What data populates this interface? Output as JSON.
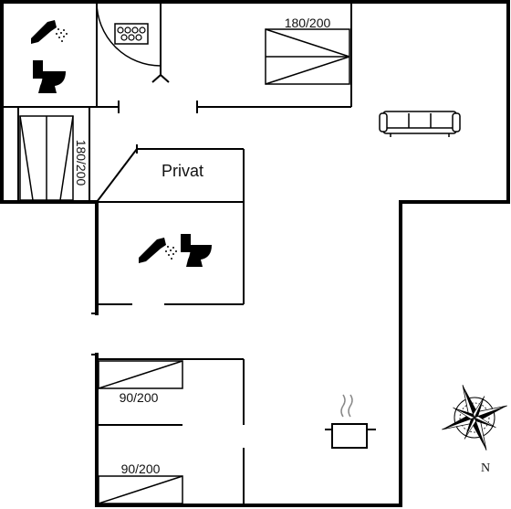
{
  "floorplan": {
    "labels": {
      "double_bed_top": "180/200",
      "double_bed_left": "180/200",
      "private_room": "Privat",
      "single_bed_upper": "90/200",
      "single_bed_lower": "90/200",
      "compass_north": "N"
    },
    "icons": [
      "shower-icon",
      "toilet-icon",
      "jacuzzi-icon",
      "sofa-icon",
      "cooking-pot-icon",
      "compass-rose-icon"
    ],
    "colors": {
      "wall": "#000000",
      "background": "#ffffff"
    }
  }
}
